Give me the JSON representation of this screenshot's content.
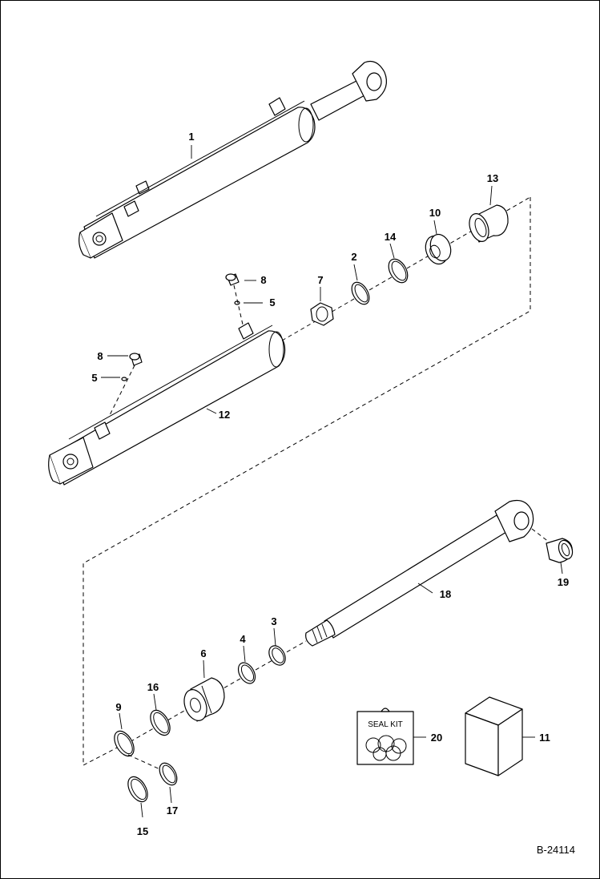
{
  "diagram": {
    "ref_code": "B-24114",
    "seal_kit_label": "SEAL KIT",
    "callouts": {
      "c1": "1",
      "c13": "13",
      "c10": "10",
      "c14": "14",
      "c2": "2",
      "c7": "7",
      "c8a": "8",
      "c5a": "5",
      "c8b": "8",
      "c5b": "5",
      "c12": "12",
      "c18": "18",
      "c19": "19",
      "c3": "3",
      "c4": "4",
      "c6": "6",
      "c16": "16",
      "c9": "9",
      "c15": "15",
      "c17": "17",
      "c20": "20",
      "c11": "11"
    }
  }
}
